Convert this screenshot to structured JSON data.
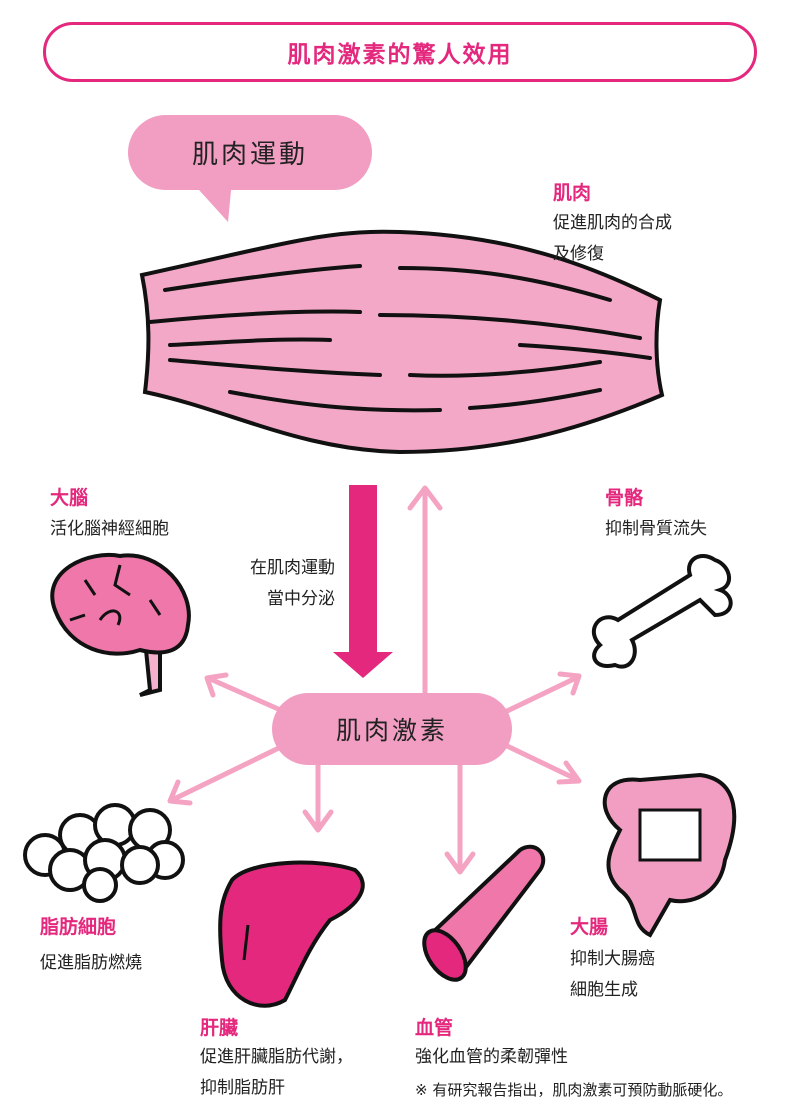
{
  "title": "肌肉激素的驚人效用",
  "bubble": "肌肉運動",
  "hormone": "肌肉激素",
  "secretion": [
    "在肌肉運動",
    "當中分泌"
  ],
  "muscle": {
    "label": "肌肉",
    "desc": [
      "促進肌肉的合成",
      "及修復"
    ]
  },
  "brain": {
    "label": "大腦",
    "desc": [
      "活化腦神經細胞"
    ]
  },
  "bone": {
    "label": "骨骼",
    "desc": [
      "抑制骨質流失"
    ]
  },
  "fat": {
    "label": "脂肪細胞",
    "desc": [
      "促進脂肪燃燒"
    ]
  },
  "intestine": {
    "label": "大腸",
    "desc": [
      "抑制大腸癌",
      "細胞生成"
    ]
  },
  "liver": {
    "label": "肝臟",
    "desc": [
      "促進肝臟脂肪代謝，",
      "抑制脂肪肝"
    ]
  },
  "vessel": {
    "label": "血管",
    "desc": [
      "強化血管的柔韌彈性"
    ],
    "note": "※ 有研究報告指出，肌肉激素可預防動脈硬化。"
  },
  "colors": {
    "accent": "#e4287d",
    "light": "#f19ec2",
    "arrow": "#f4a3c3"
  }
}
